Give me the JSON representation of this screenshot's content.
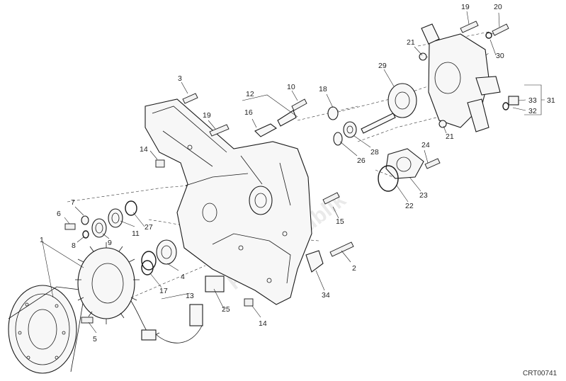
{
  "diagram": {
    "reference_code": "CRT00741",
    "watermark": "PartsRepublik",
    "callouts": [
      "1",
      "2",
      "3",
      "4",
      "5",
      "6",
      "7",
      "8",
      "9",
      "10",
      "11",
      "12",
      "13",
      "14",
      "14",
      "15",
      "16",
      "17",
      "18",
      "19",
      "19",
      "20",
      "21",
      "21",
      "22",
      "23",
      "24",
      "25",
      "26",
      "27",
      "28",
      "29",
      "30",
      "31",
      "32",
      "33",
      "34"
    ]
  }
}
